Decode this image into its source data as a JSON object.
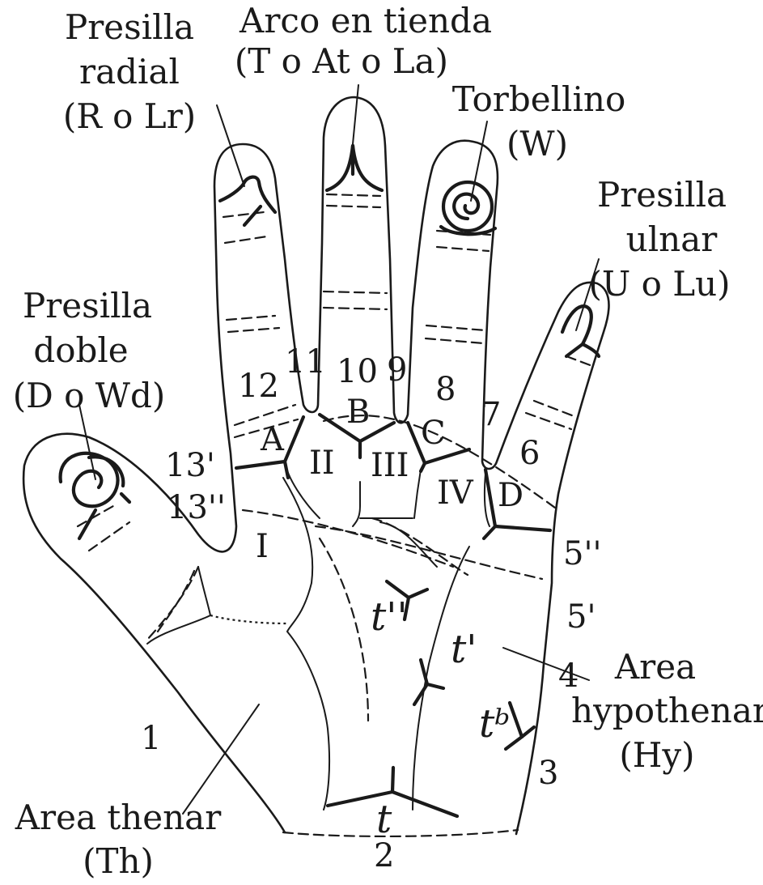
{
  "labels": {
    "presilla_radial": [
      "Presilla",
      "radial",
      "(R o Lr)"
    ],
    "arco_en_tienda": [
      "Arco en tienda",
      "(T o At o La)"
    ],
    "torbellino": [
      "Torbellino",
      "(W)"
    ],
    "presilla_ulnar": [
      "Presilla",
      "ulnar",
      "(U o Lu)"
    ],
    "presilla_doble": [
      "Presilla",
      "doble",
      "(D o Wd)"
    ],
    "area_hypothenar": [
      "Area",
      "hypothenar",
      "(Hy)"
    ],
    "area_thenar": [
      "Area thenar",
      "(Th)"
    ]
  },
  "digital_triradii": [
    "A",
    "B",
    "C",
    "D"
  ],
  "interdigital_areas": [
    "I",
    "II",
    "III",
    "IV"
  ],
  "palmar_triradii": [
    "t",
    "t'",
    "t''",
    "tᵇ"
  ],
  "exit_points": [
    "1",
    "2",
    "3",
    "4",
    "5'",
    "5''",
    "6",
    "7",
    "8",
    "9",
    "10",
    "11",
    "12",
    "13'",
    "13''"
  ]
}
